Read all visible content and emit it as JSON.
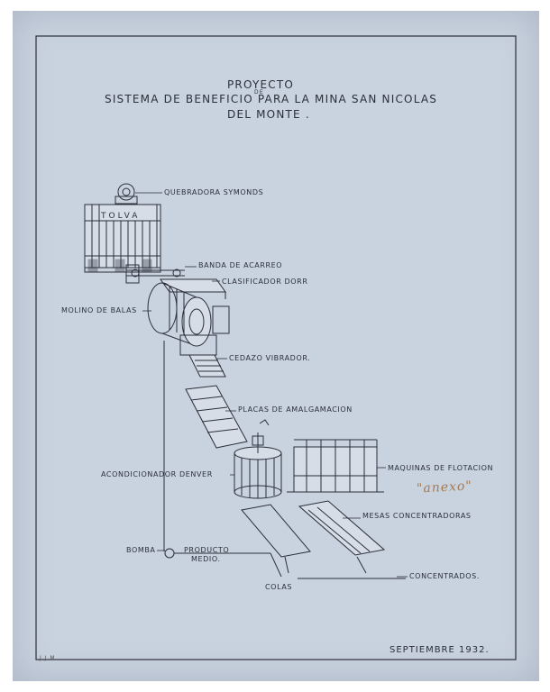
{
  "title": {
    "line1": "PROYECTO",
    "line1_de": "DE",
    "line2": "SISTEMA DE BENEFICIO PARA LA MINA SAN NICOLAS",
    "line3": "DEL MONTE ."
  },
  "labels": {
    "tolva": "TOLVA",
    "quebradora": "QUEBRADORA SYMONDS",
    "banda": "BANDA DE ACARREO",
    "clasificador": "CLASIFICADOR DORR",
    "molino": "MOLINO DE BALAS",
    "cedazo": "CEDAZO VIBRADOR.",
    "placas": "PLACAS DE AMALGAMACION",
    "acondicionador": "ACONDICIONADOR DENVER",
    "flotacion": "MAQUINAS DE FLOTACION",
    "mesas": "MESAS CONCENTRADORAS",
    "bomba": "BOMBA",
    "producto": "PRODUCTO",
    "medio": "MEDIO.",
    "concentrados": "CONCENTRADOS.",
    "colas": "COLAS"
  },
  "stamp": "\"anexo\"",
  "initials": "J.J.M.",
  "date": "SEPTIEMBRE 1932.",
  "colors": {
    "paper": "#c9d2df",
    "ink": "#2b2f3a",
    "stamp": "#a67b52"
  }
}
